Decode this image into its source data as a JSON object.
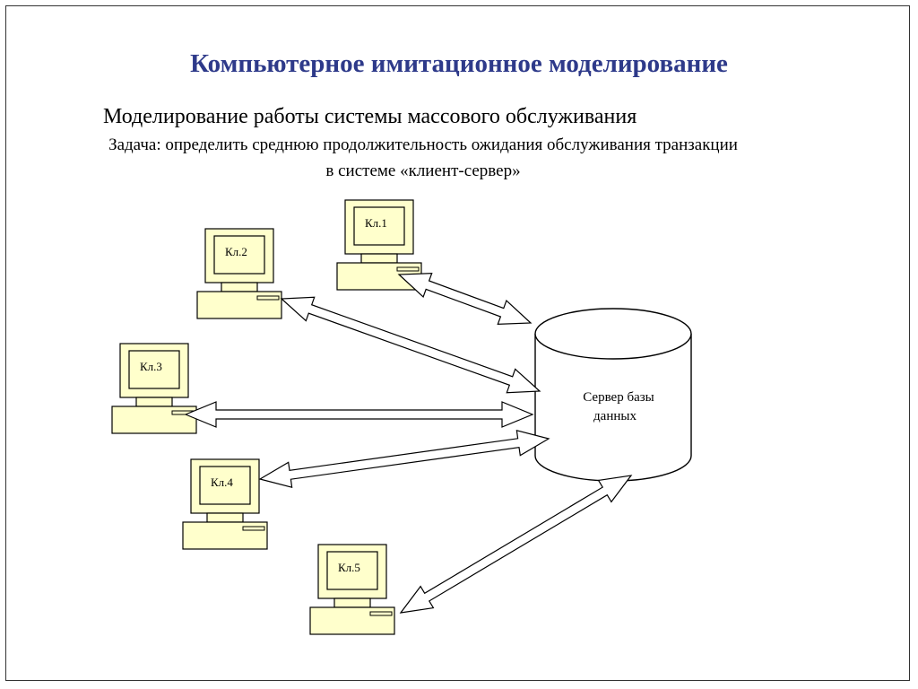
{
  "slide": {
    "title": "Компьютерное имитационное моделирование",
    "subtitle": "Моделирование работы системы массового обслуживания",
    "task_line1": "Задача: определить среднюю продолжительность ожидания обслуживания транзакции",
    "task_line2": "в системе «клиент-сервер»"
  },
  "diagram": {
    "clients": [
      {
        "label": "Кл.1"
      },
      {
        "label": "Кл.2"
      },
      {
        "label": "Кл.3"
      },
      {
        "label": "Кл.4"
      },
      {
        "label": "Кл.5"
      }
    ],
    "server": {
      "line1": "Сервер  базы",
      "line2": "данных"
    }
  },
  "colors": {
    "title": "#2e3a8a",
    "computer_fill": "#ffffcc",
    "stroke": "#000000"
  },
  "icons": [
    "computer-icon",
    "database-cylinder-icon",
    "double-arrow-icon"
  ]
}
